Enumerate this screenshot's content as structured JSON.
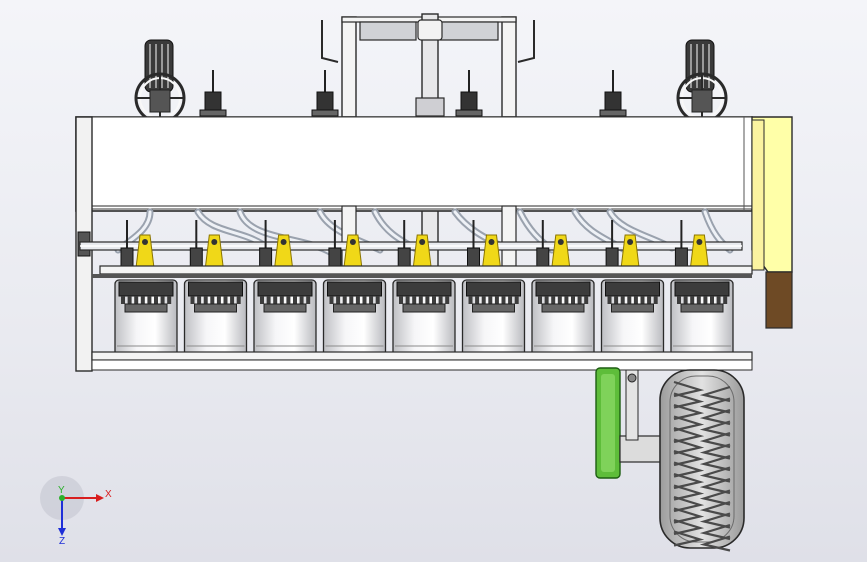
{
  "viewport": {
    "background": "#ecedf2"
  },
  "model": {
    "meter_count": 9,
    "nozzle_count": 9,
    "colors": {
      "frame": "#f4f4f4",
      "outline": "#2a2a2a",
      "side_panel": "#ffffa8",
      "nozzle": "#f0d818",
      "drive_plate": "#5ebd3a",
      "brown_block": "#6e4a25",
      "tire": "#c8c8c8",
      "hub": "#d8d8d8"
    }
  },
  "triad": {
    "x_label": "X",
    "y_label": "Y",
    "z_label": "Z",
    "x_color": "#d81e1e",
    "y_color": "#2bb02b",
    "z_color": "#1e2fd8"
  }
}
